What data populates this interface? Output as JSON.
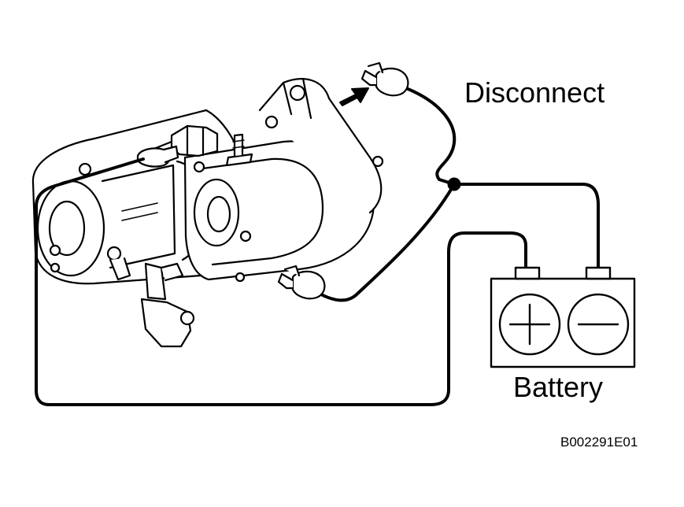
{
  "labels": {
    "disconnect": "Disconnect",
    "battery": "Battery",
    "figure_code": "B002291E01"
  },
  "battery": {
    "positive_symbol": "+",
    "negative_symbol": "−"
  },
  "colors": {
    "line": "#000000",
    "background": "#ffffff"
  }
}
